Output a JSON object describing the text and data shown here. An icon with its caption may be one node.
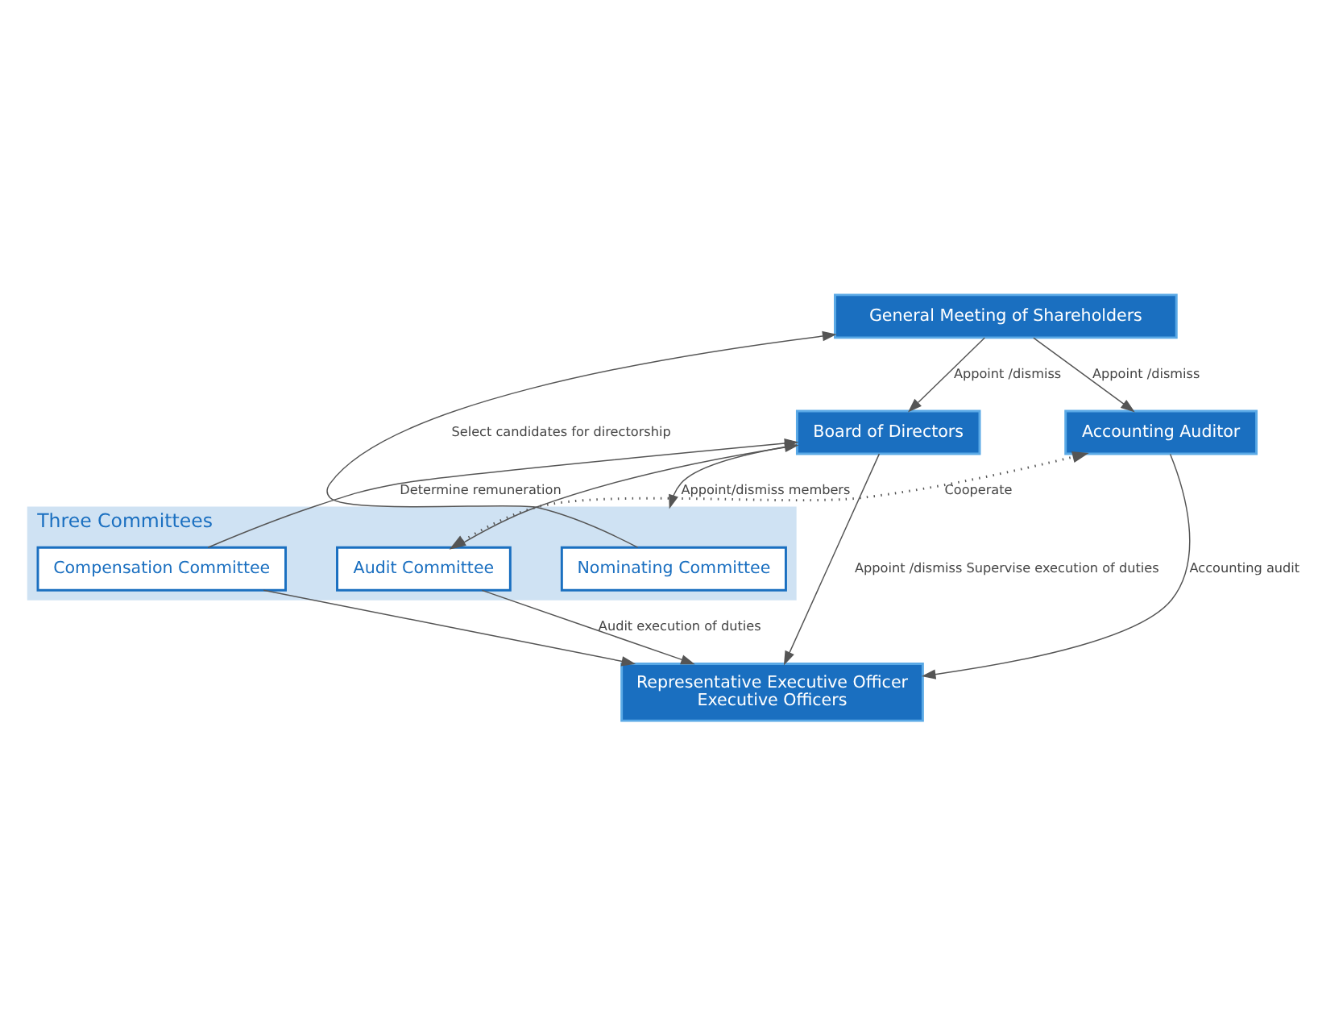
{
  "diagram": {
    "nodes": [
      {
        "text": [
          "General Meeting of Shareholders"
        ]
      },
      {
        "text": [
          "Board of Directors"
        ]
      },
      {
        "text": [
          "Three Committees"
        ]
      },
      {
        "text": [
          "Nominating Committee"
        ],
        "in": 2
      },
      {
        "text": [
          "Compensation Committee"
        ],
        "in": 2
      },
      {
        "text": [
          "Audit Committee"
        ],
        "in": 2
      },
      {
        "text": [
          "Accounting Auditor"
        ]
      },
      {
        "text": [
          "Representative Executive Officer",
          "Executive Officers"
        ]
      }
    ],
    "edges": [
      {
        "from": 0,
        "to": 1,
        "arrow": "to",
        "label": "Appoint /dismiss"
      },
      {
        "from": 1,
        "to": 2,
        "arrow": "to",
        "label": "Appoint/dismiss members"
      },
      {
        "from": 3,
        "to": 0,
        "arrow": "to",
        "label": "Select candidates for directorship"
      },
      {
        "from": 0,
        "to": 6,
        "arrow": "to",
        "label": "Appoint /dismiss"
      },
      {
        "from": 1,
        "to": 7,
        "arrow": "to",
        "label": "Appoint /dismiss Supervise execution of duties"
      },
      {
        "from": 4,
        "to": 1,
        "arrow": "to",
        "label": "Determine remuneration"
      },
      {
        "from": 4,
        "to": 7,
        "arrow": "to"
      },
      {
        "from": 5,
        "to": 1,
        "arrow": "to"
      },
      {
        "from": 5,
        "to": 7,
        "arrow": "to",
        "label": "Audit execution of duties"
      },
      {
        "from": 5,
        "to": 6,
        "arrow": "both",
        "label": "Cooperate",
        "style": "dashed"
      },
      {
        "from": 6,
        "to": 7,
        "arrow": "to",
        "label": "Accounting audit"
      }
    ]
  }
}
